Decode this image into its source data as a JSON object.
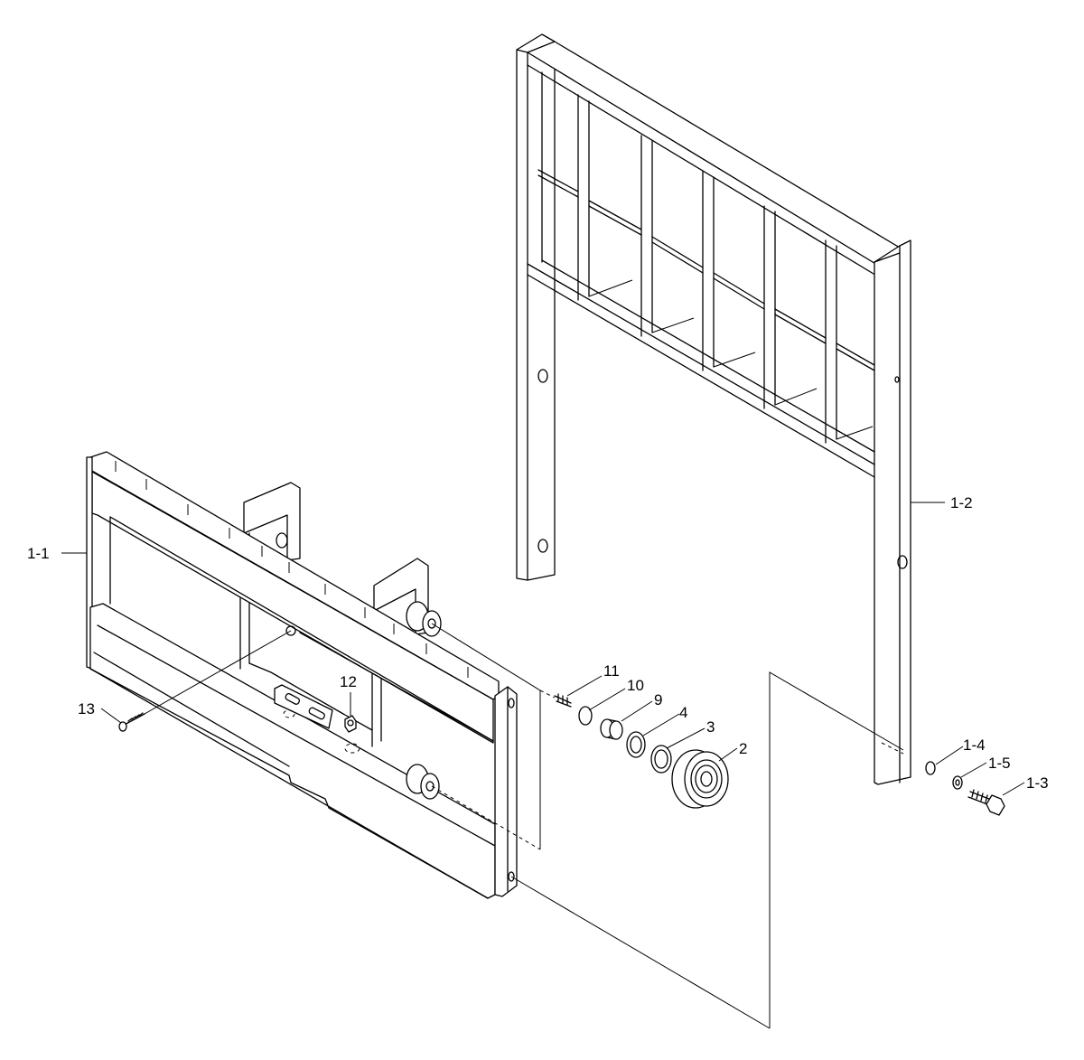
{
  "labels": {
    "l_1_1": "1-1",
    "l_1_2": "1-2",
    "l_1_3": "1-3",
    "l_1_4": "1-4",
    "l_1_5": "1-5",
    "l_2": "2",
    "l_3": "3",
    "l_4": "4",
    "l_9": "9",
    "l_10": "10",
    "l_11": "11",
    "l_12": "12",
    "l_13": "13"
  }
}
